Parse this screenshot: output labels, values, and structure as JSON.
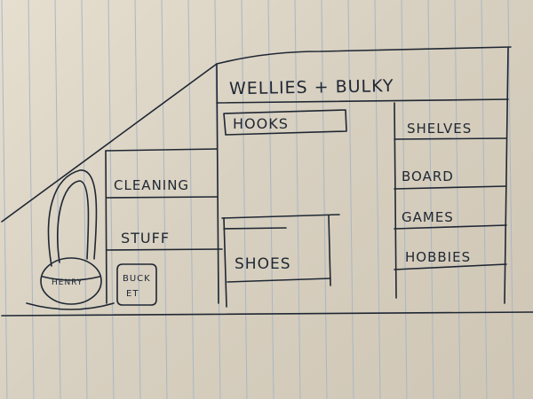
{
  "colors": {
    "paper": "#e2dbcc",
    "ruled_line": "#a9b7c6",
    "ink": "#1f2733"
  },
  "labels": {
    "wellies": "WELLIES + BULKY",
    "hooks": "HOOKS",
    "cleaning": "CLEANING",
    "stuff": "STUFF",
    "shoes": "SHOES",
    "shelves": "SHELVES",
    "board": "BOARD",
    "games": "GAMES",
    "hobbies": "HOBBIES",
    "henry": "HENRY",
    "bucket_line1": "BUCK",
    "bucket_line2": "ET"
  }
}
